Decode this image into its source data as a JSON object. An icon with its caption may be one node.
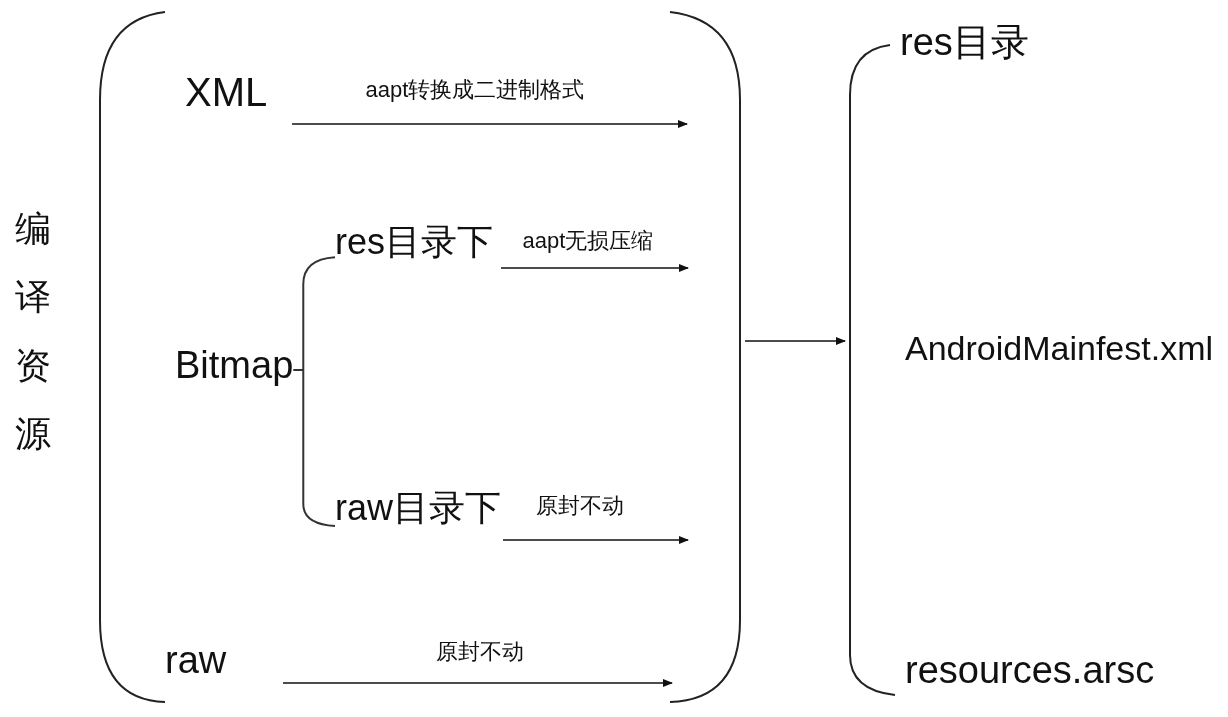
{
  "diagram": {
    "nodes": [
      {
        "text": [
          "编译资源"
        ]
      },
      {
        "text": [],
        "shape": "bracket"
      },
      {
        "text": [
          "XML"
        ],
        "in": 1
      },
      {
        "text": [
          "Bitmap"
        ],
        "in": 1
      },
      {
        "text": [
          "res目录下"
        ],
        "in": 1
      },
      {
        "text": [
          "raw目录下"
        ],
        "in": 1
      },
      {
        "text": [
          "raw"
        ],
        "in": 1
      },
      {
        "text": [],
        "shape": "brace"
      },
      {
        "text": [
          "res目录"
        ],
        "in": 7
      },
      {
        "text": [
          "AndroidMainfest.xml"
        ],
        "in": 7
      },
      {
        "text": [
          "resources.arsc"
        ],
        "in": 7
      }
    ],
    "edges": [
      {
        "from": 2,
        "to": null,
        "arrow": "to",
        "label": "aapt转换成二进制格式"
      },
      {
        "from": 4,
        "to": null,
        "arrow": "to",
        "label": "aapt无损压缩"
      },
      {
        "from": 5,
        "to": null,
        "arrow": "to",
        "label": "原封不动"
      },
      {
        "from": 6,
        "to": null,
        "arrow": "to",
        "label": "原封不动"
      },
      {
        "from": 1,
        "to": 7,
        "arrow": "to"
      },
      {
        "from": 3,
        "to": 4,
        "arrow": "none"
      },
      {
        "from": 3,
        "to": 5,
        "arrow": "none"
      }
    ]
  }
}
